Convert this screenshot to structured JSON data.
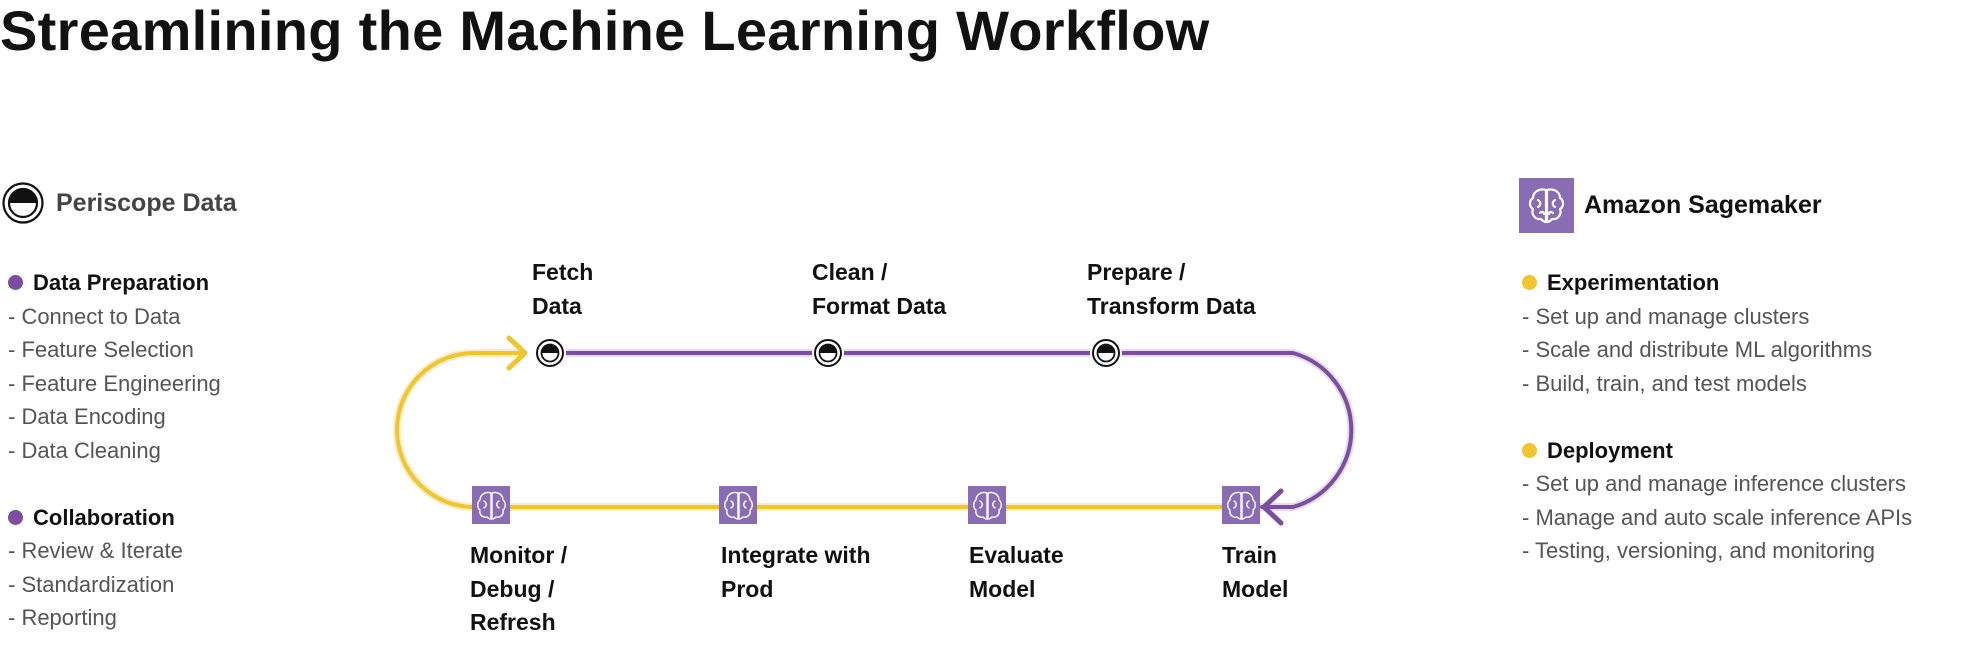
{
  "title": "Streamlining the Machine Learning Workflow",
  "left_panel": {
    "brand": "Periscope Data",
    "sections": [
      {
        "heading": "Data Preparation",
        "items": [
          "- Connect to Data",
          "- Feature Selection",
          "- Feature Engineering",
          "- Data Encoding",
          "- Data Cleaning"
        ]
      },
      {
        "heading": "Collaboration",
        "items": [
          "- Review & Iterate",
          "- Standardization",
          "- Reporting"
        ]
      }
    ]
  },
  "right_panel": {
    "brand": "Amazon Sagemaker",
    "sections": [
      {
        "heading": "Experimentation",
        "items": [
          "- Set up and manage clusters",
          "- Scale and distribute ML algorithms",
          "- Build, train, and test models"
        ]
      },
      {
        "heading": "Deployment",
        "items": [
          "- Set up and manage inference clusters",
          "- Manage and auto scale inference APIs",
          "- Testing, versioning, and monitoring"
        ]
      }
    ]
  },
  "flow": {
    "top_steps": [
      "Fetch\nData",
      "Clean /\nFormat Data",
      "Prepare /\nTransform Data"
    ],
    "bottom_steps": [
      "Monitor /\nDebug /\nRefresh",
      "Integrate with\nProd",
      "Evaluate\nModel",
      "Train\nModel"
    ],
    "top_icon": "periscope-logo-icon",
    "bottom_icon": "brain-icon"
  },
  "colors": {
    "purple": "#7b4e9f",
    "yellow": "#efc530",
    "sagemaker_icon_bg": "#8a6cb4"
  }
}
